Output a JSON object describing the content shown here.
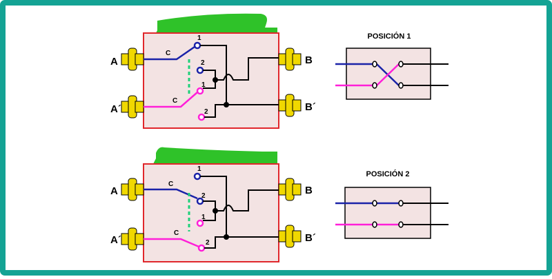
{
  "colors": {
    "frame": "#14a394",
    "switch_body": "#f3e3e3",
    "switch_border": "#e0262b",
    "rocker": "#2fc229",
    "terminal": "#f0d800",
    "wire_top": "#1a22a8",
    "wire_bottom": "#ff1fd8",
    "wire_black": "#000000",
    "mechanical_link": "#1fd07a"
  },
  "terminals": {
    "a": "A",
    "a_prime": "A´",
    "b": "B",
    "b_prime": "B´"
  },
  "contacts": {
    "common": "C",
    "pos1": "1",
    "pos2": "2"
  },
  "positions": {
    "pos1_title": "POSICIÓN 1",
    "pos2_title": "POSICIÓN 2"
  }
}
